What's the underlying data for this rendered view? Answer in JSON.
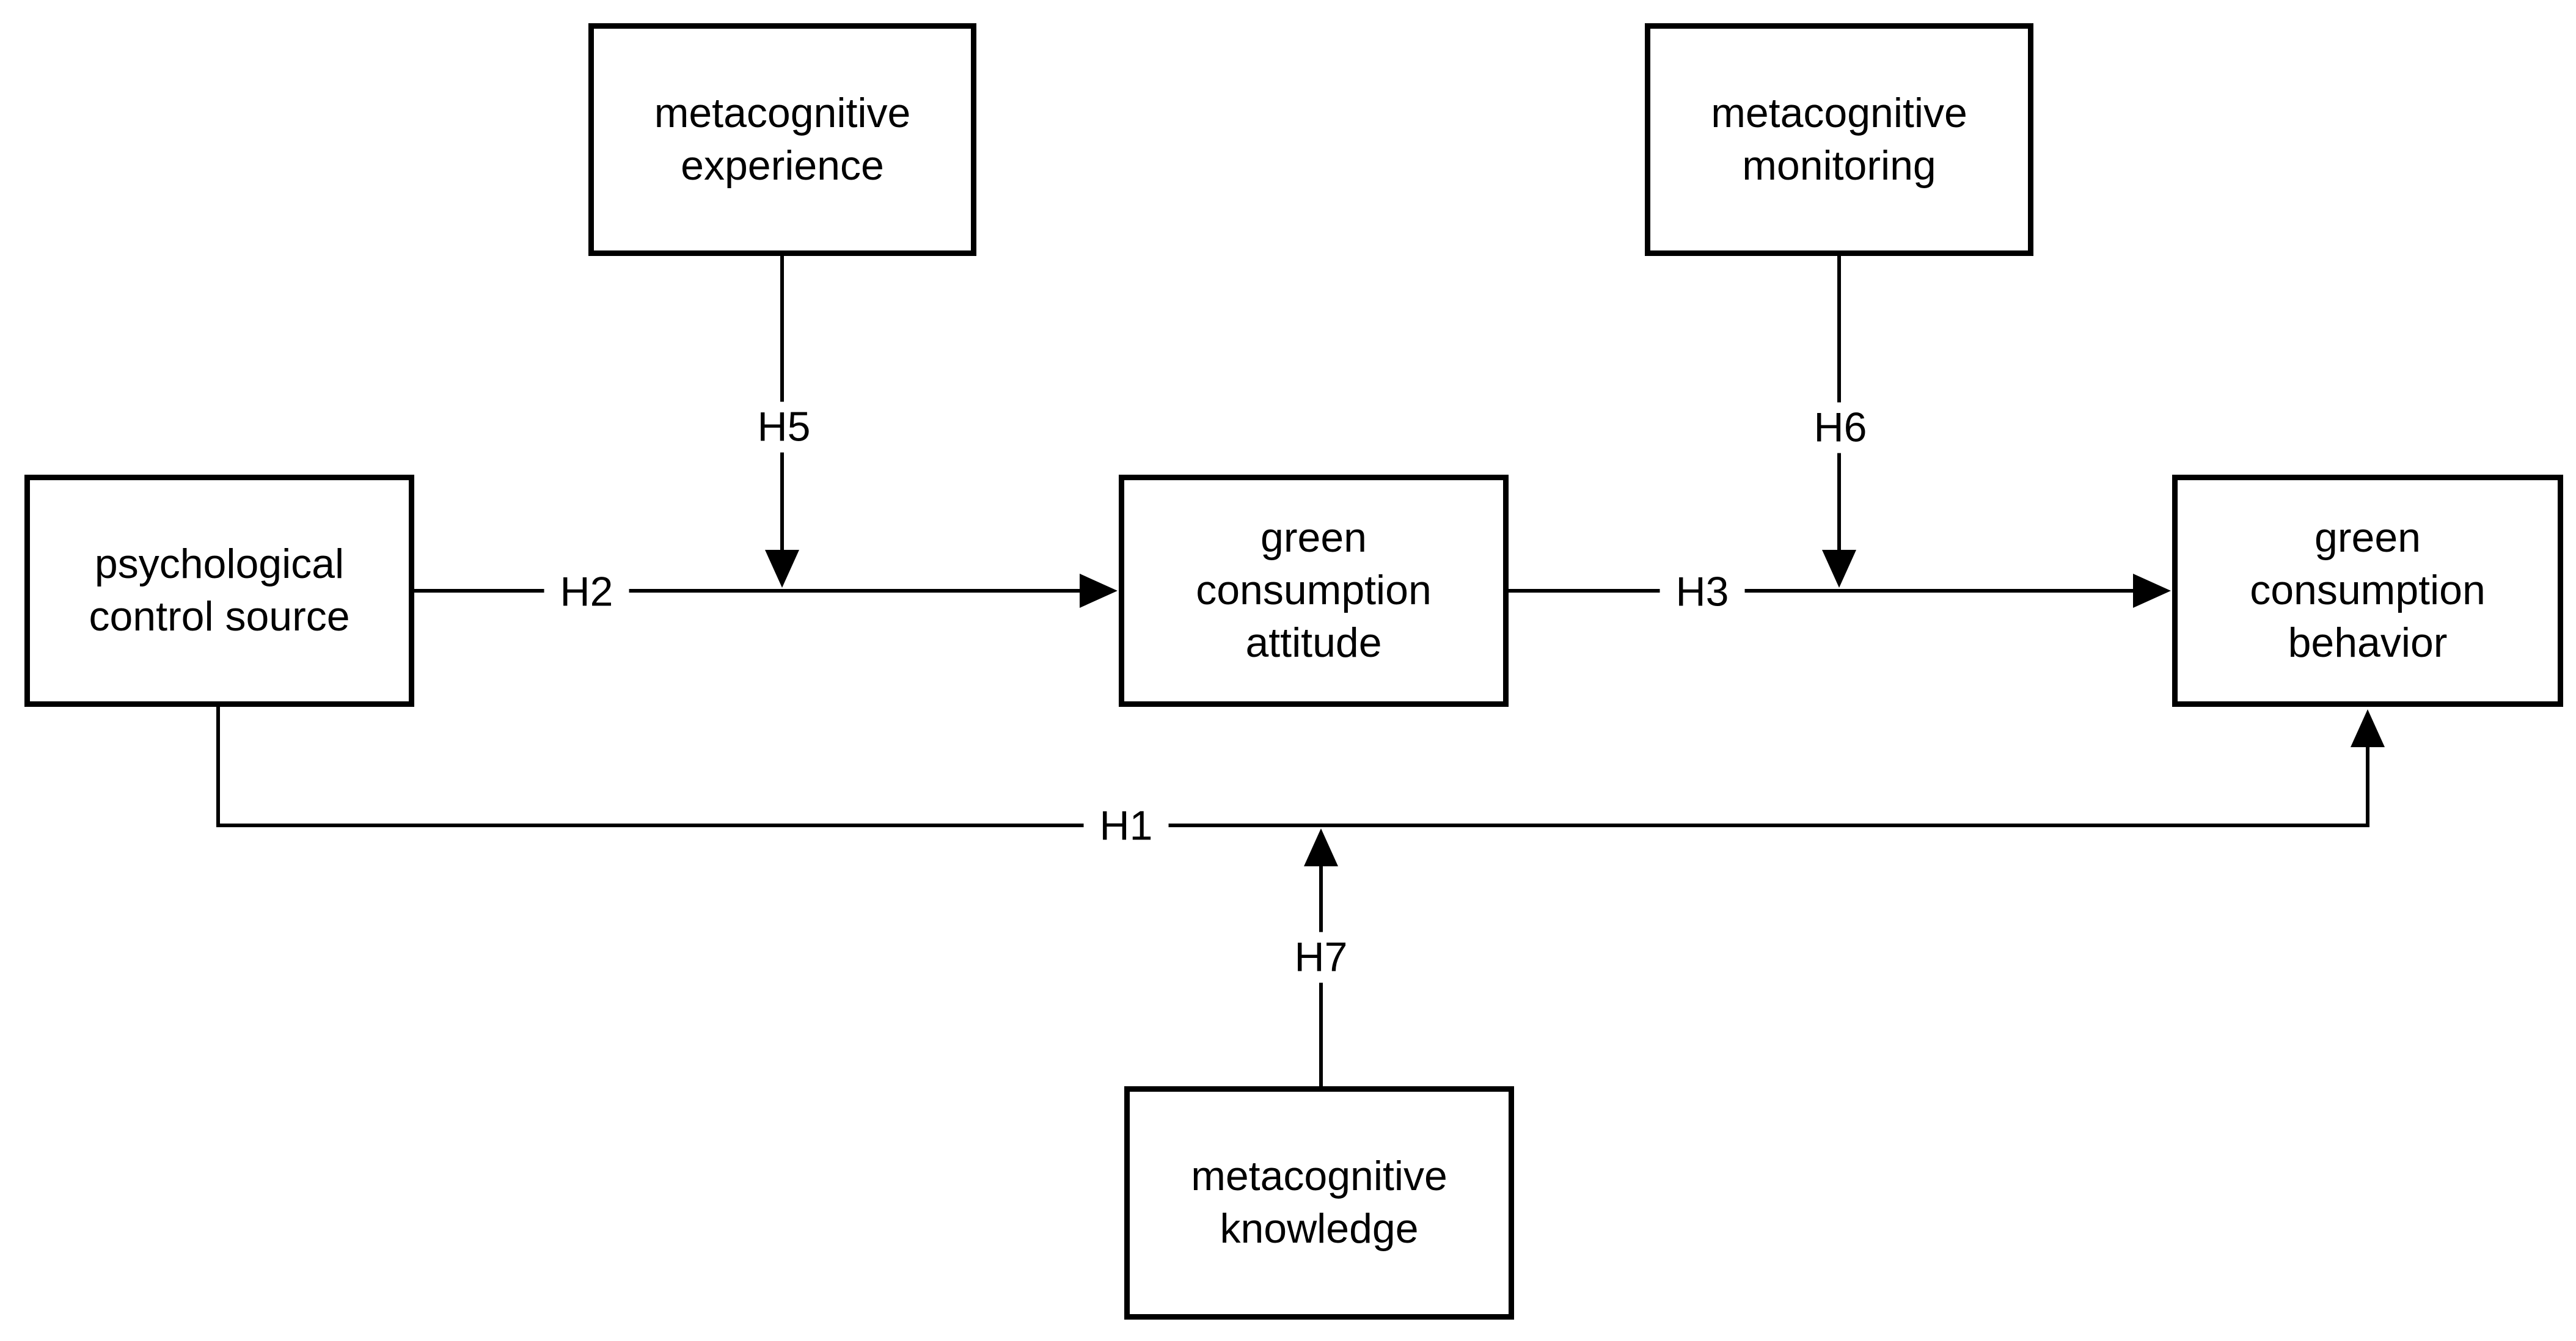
{
  "figure": {
    "background_color": "#ffffff",
    "stroke_color": "#000000",
    "nodes": {
      "experience": {
        "label": "metacognitive\nexperience"
      },
      "monitoring": {
        "label": "metacognitive\nmonitoring"
      },
      "psychological": {
        "label": "psychological\ncontrol source"
      },
      "attitude": {
        "label": "green\nconsumption\nattitude"
      },
      "behavior": {
        "label": "green\nconsumption\nbehavior"
      },
      "knowledge": {
        "label": "metacognitive\nknowledge"
      }
    },
    "hypotheses": {
      "h1": "H1",
      "h2": "H2",
      "h3": "H3",
      "h5": "H5",
      "h6": "H6",
      "h7": "H7"
    },
    "edges": [
      {
        "label": "H2",
        "from": "psychological",
        "to": "attitude"
      },
      {
        "label": "H3",
        "from": "attitude",
        "to": "behavior"
      },
      {
        "label": "H1",
        "from": "psychological",
        "to": "behavior"
      },
      {
        "label": "H5",
        "from": "experience",
        "to": "H2-path"
      },
      {
        "label": "H6",
        "from": "monitoring",
        "to": "H3-path"
      },
      {
        "label": "H7",
        "from": "knowledge",
        "to": "H1-path"
      }
    ]
  }
}
